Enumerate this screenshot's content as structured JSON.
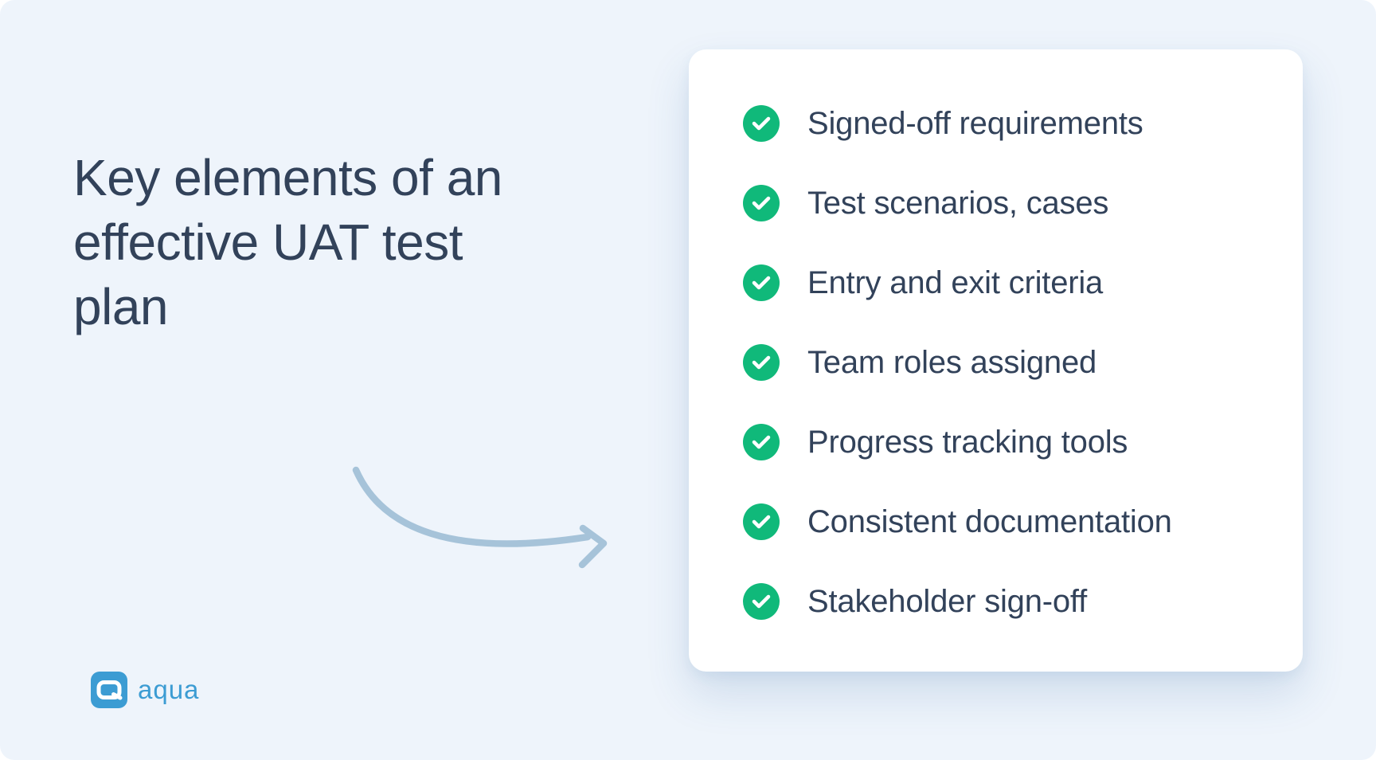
{
  "theme": {
    "background_color": "#EEF4FB",
    "card_color": "#FFFFFF",
    "text_color": "#32425A",
    "check_green": "#10B97A",
    "logo_blue": "#3C9CD3",
    "arrow_color": "#A6C3D9"
  },
  "heading": {
    "title": "Key elements of an effective UAT test plan",
    "lines": [
      "Key elements of an",
      "effective UAT test",
      "plan"
    ]
  },
  "checklist": {
    "items": [
      "Signed-off requirements",
      "Test scenarios, cases",
      "Entry and exit criteria",
      "Team roles assigned",
      "Progress tracking tools",
      "Consistent documentation",
      "Stakeholder sign-off"
    ]
  },
  "icons": {
    "check": "check-icon",
    "arrow": "curved-arrow-icon",
    "logo": "aqua-logo-icon"
  },
  "logo": {
    "brand": "aqua"
  }
}
